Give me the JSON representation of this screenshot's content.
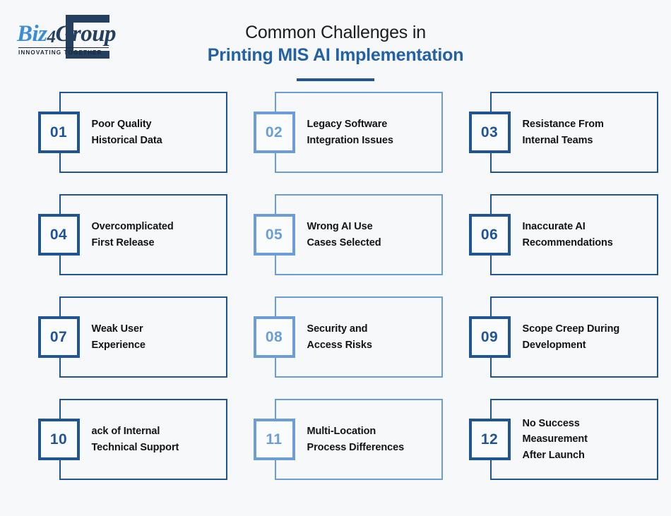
{
  "brand": {
    "logo_biz": "Biz",
    "logo_four": "4",
    "logo_group": "Group",
    "tagline": "INNOVATING TOGETHER",
    "navy": "#24405e",
    "logo_blue": "#3c8dd6"
  },
  "header": {
    "title_line1": "Common Challenges in",
    "title_line2": "Printing MIS AI Implementation"
  },
  "theme": {
    "background": "#f7f8fa",
    "dark_blue": "#1f5495",
    "light_blue": "#6b9ed8",
    "title_blue": "#2360a5",
    "text_dark": "#131313"
  },
  "cards": [
    {
      "number": "01",
      "accent": "dark",
      "lines": [
        "Poor Quality",
        "Historical Data"
      ]
    },
    {
      "number": "02",
      "accent": "light",
      "lines": [
        "Legacy Software",
        "Integration Issues"
      ]
    },
    {
      "number": "03",
      "accent": "dark",
      "lines": [
        "Resistance From",
        "Internal Teams"
      ]
    },
    {
      "number": "04",
      "accent": "dark",
      "lines": [
        "Overcomplicated",
        "First Release"
      ]
    },
    {
      "number": "05",
      "accent": "light",
      "lines": [
        "Wrong AI Use",
        "Cases Selected"
      ]
    },
    {
      "number": "06",
      "accent": "dark",
      "lines": [
        "Inaccurate AI",
        "Recommendations"
      ]
    },
    {
      "number": "07",
      "accent": "dark",
      "lines": [
        "Weak User",
        "Experience"
      ]
    },
    {
      "number": "08",
      "accent": "light",
      "lines": [
        "Security and",
        "Access Risks"
      ]
    },
    {
      "number": "09",
      "accent": "dark",
      "lines": [
        "Scope Creep During",
        "Development"
      ]
    },
    {
      "number": "10",
      "accent": "dark",
      "lines": [
        "ack of Internal",
        "Technical Support"
      ]
    },
    {
      "number": "11",
      "accent": "light",
      "lines": [
        "Multi-Location",
        "Process Differences"
      ]
    },
    {
      "number": "12",
      "accent": "dark",
      "lines": [
        "No Success",
        "Measurement",
        "After Launch"
      ]
    }
  ]
}
